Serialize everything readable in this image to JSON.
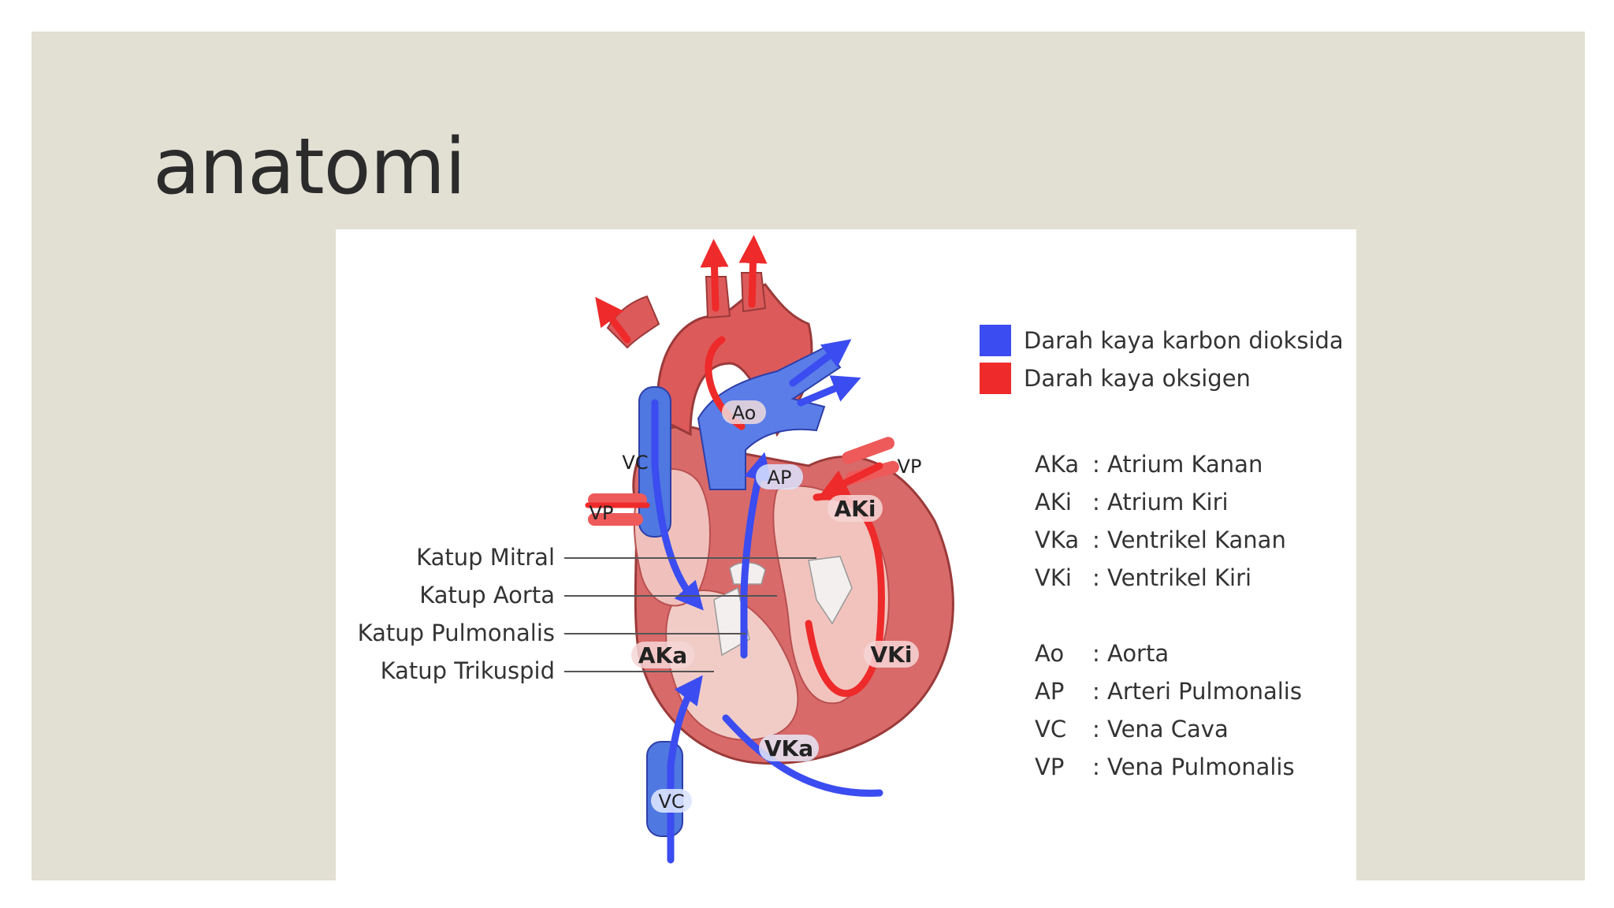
{
  "slide": {
    "title": "anatomi"
  },
  "diagram": {
    "legend": [
      {
        "label": "Darah kaya karbon dioksida",
        "color": "#3b4cf0"
      },
      {
        "label": "Darah kaya oksigen",
        "color": "#ee2a2a"
      }
    ],
    "pointer_labels": [
      "Katup Mitral",
      "Katup Aorta",
      "Katup Pulmonalis",
      "Katup Trikuspid"
    ],
    "region_tags": {
      "ao": "Ao",
      "ap": "AP",
      "vc_top": "VC",
      "vp_left": "VP",
      "vp_right": "VP",
      "aki": "AKi",
      "aka": "AKa",
      "vki": "VKi",
      "vka": "VKa",
      "vc_bottom": "VC"
    },
    "abbreviations_chambers": [
      {
        "abbr": "AKa",
        "desc": ": Atrium Kanan"
      },
      {
        "abbr": "AKi",
        "desc": ": Atrium Kiri"
      },
      {
        "abbr": "VKa",
        "desc": ": Ventrikel Kanan"
      },
      {
        "abbr": "VKi",
        "desc": ": Ventrikel Kiri"
      }
    ],
    "abbreviations_vessels": [
      {
        "abbr": "Ao",
        "desc": ": Aorta"
      },
      {
        "abbr": "AP",
        "desc": ": Arteri Pulmonalis"
      },
      {
        "abbr": "VC",
        "desc": ": Vena Cava"
      },
      {
        "abbr": "VP",
        "desc": ": Vena Pulmonalis"
      }
    ]
  }
}
